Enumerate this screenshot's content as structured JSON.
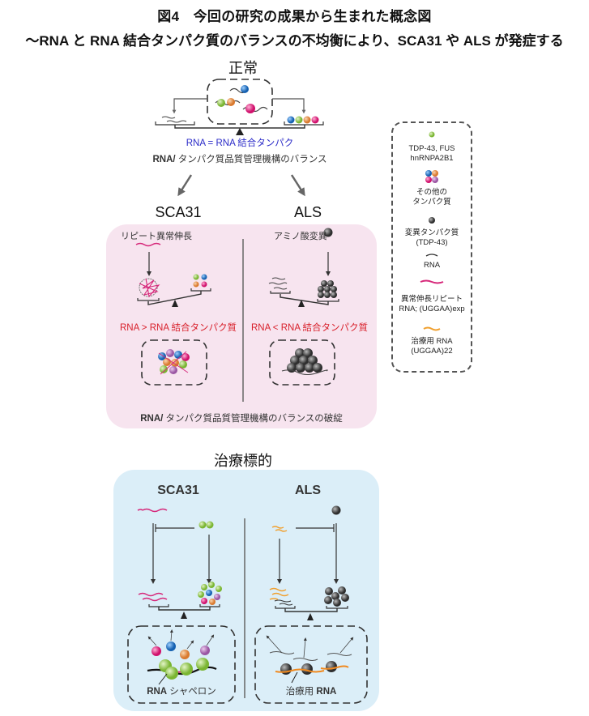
{
  "title": {
    "line1": "図4　今回の研究の成果から生まれた概念図",
    "line2": "～RNA と RNA 結合タンパク質のバランスの不均衡により、SCA31 や ALS が発症する"
  },
  "normal": {
    "heading": "正常",
    "balance_label": "RNA = RNA 結合タンパク",
    "caption_bold": "RNA/",
    "caption": " タンパク質品質管理機構のバランス"
  },
  "disease": {
    "left_heading": "SCA31",
    "right_heading": "ALS",
    "left_cause": "リピート異常伸長",
    "right_cause": "アミノ酸変異",
    "left_balance": "RNA > RNA 結合タンパク質",
    "right_balance": "RNA < RNA 結合タンパク質",
    "caption_bold": "RNA/",
    "caption": " タンパク質品質管理機構のバランスの破綻"
  },
  "therapy": {
    "heading": "治療標的",
    "left_heading": "SCA31",
    "right_heading": "ALS",
    "left_label_bold": "RNA",
    "left_label": " シャペロン",
    "right_label": "治療用 ",
    "right_label_bold": "RNA"
  },
  "legend": {
    "items": [
      {
        "icon": "green-protein-ball",
        "lines": [
          "TDP-43, FUS",
          "hnRNPA2B1"
        ]
      },
      {
        "icon": "other-protein-cluster",
        "lines": [
          "その他の",
          "タンパク質"
        ]
      },
      {
        "icon": "mutant-protein-ball",
        "lines": [
          "変異タンパク質",
          "(TDP-43)"
        ]
      },
      {
        "icon": "rna-strand",
        "lines": [
          "RNA"
        ]
      },
      {
        "icon": "repeat-rna-strand",
        "lines": [
          "異常伸長リピート",
          "RNA; (UGGAA)exp"
        ]
      },
      {
        "icon": "therapeutic-rna-strand",
        "lines": [
          "治療用 RNA",
          "(UGGAA)22"
        ]
      }
    ]
  },
  "colors": {
    "green": "#8cc63f",
    "orange": "#e8914a",
    "blue": "#1f77c9",
    "magenta": "#e6177d",
    "purple": "#b06bb8",
    "gray_ball": "#555555",
    "repeat_rna": "#d6287a",
    "therapeutic_rna": "#f0a030",
    "pink_panel": "#f7e4ef",
    "blue_panel": "#dbeef8",
    "balance_blue": "#2b2bc8",
    "balance_red": "#d81f2a"
  }
}
